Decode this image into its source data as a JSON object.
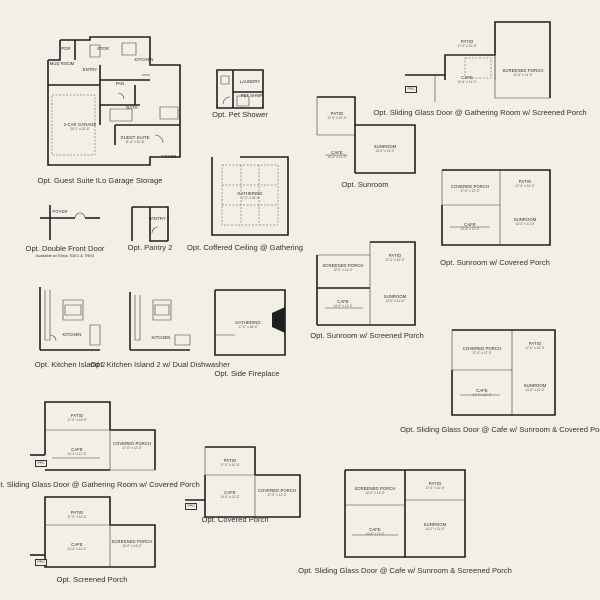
{
  "captions": {
    "guest_suite": "Opt. Guest Suite ILo Garage Storage",
    "pet_shower": "Opt. Pet Shower",
    "sliding_gathering_screened": "Opt. Sliding Glass Door @ Gathering Room w/ Screened Porch",
    "sunroom": "Opt. Sunroom",
    "double_front_door": "Opt. Double Front Door",
    "double_front_door_sub": "Available w/ Elevs TDE1 & TRE3",
    "pantry2": "Opt. Pantry 2",
    "coffered": "Opt. Coffered Ceiling @ Gathering",
    "sunroom_covered": "Opt. Sunroom w/ Covered Porch",
    "sunroom_screened": "Opt. Sunroom w/ Screened Porch",
    "kitchen_island2": "Opt. Kitchen Island 2",
    "kitchen_island2_dual": "Opt. Kitchen Island 2 w/ Dual Dishwasher",
    "side_fireplace": "Opt. Side Fireplace",
    "sliding_cafe_sunroom_covered": "Opt. Sliding Glass Door @ Cafe w/ Sunroom & Covered Porch",
    "sliding_gathering_covered": "Opt. Sliding Glass Door @ Gathering Room w/ Covered Porch",
    "covered_porch": "Opt. Covered Porch",
    "screened_porch": "Opt. Screened Porch",
    "sliding_cafe_sunroom_screened": "Opt. Sliding Glass Door @ Cafe w/ Sunroom & Screened Porch"
  },
  "rooms": {
    "pdr": "PDR",
    "stor": "STOR",
    "mud_room": "MUD ROOM",
    "entry": "ENTRY",
    "kitchen": "KITCHEN",
    "pan": "PAN",
    "bath": "BATH",
    "garage": "2-CAR GARAGE",
    "garage_dim": "20'-1\" x 23'-8\"",
    "guest_suite": "GUEST SUITE",
    "guest_suite_dim": "11'-0\" x 10'-8\"",
    "foyer": "FOYER",
    "laundry": "LAUNDRY",
    "pet_shower": "PET SHWR",
    "gathering": "GATHERING",
    "gathering_dim": "17'-0\" x 18'-0\"",
    "pantry2": "PANTRY 2",
    "patio": "PATIO",
    "patio_dim": "17'-0\" x 10'-0\"",
    "cafe": "CAFE",
    "cafe_dim": "14'-4\" x 11'-0\"",
    "screened_porch": "SCREENED PORCH",
    "screened_porch_dim": "12'-0\" x 14'-0\"",
    "covered_porch": "COVERED PORCH",
    "covered_porch_dim": "17'-0\" x 12'-0\"",
    "sunroom": "SUNROOM",
    "sunroom_dim": "14'-0\" x 11'-0\"",
    "ppc": "PPC"
  }
}
